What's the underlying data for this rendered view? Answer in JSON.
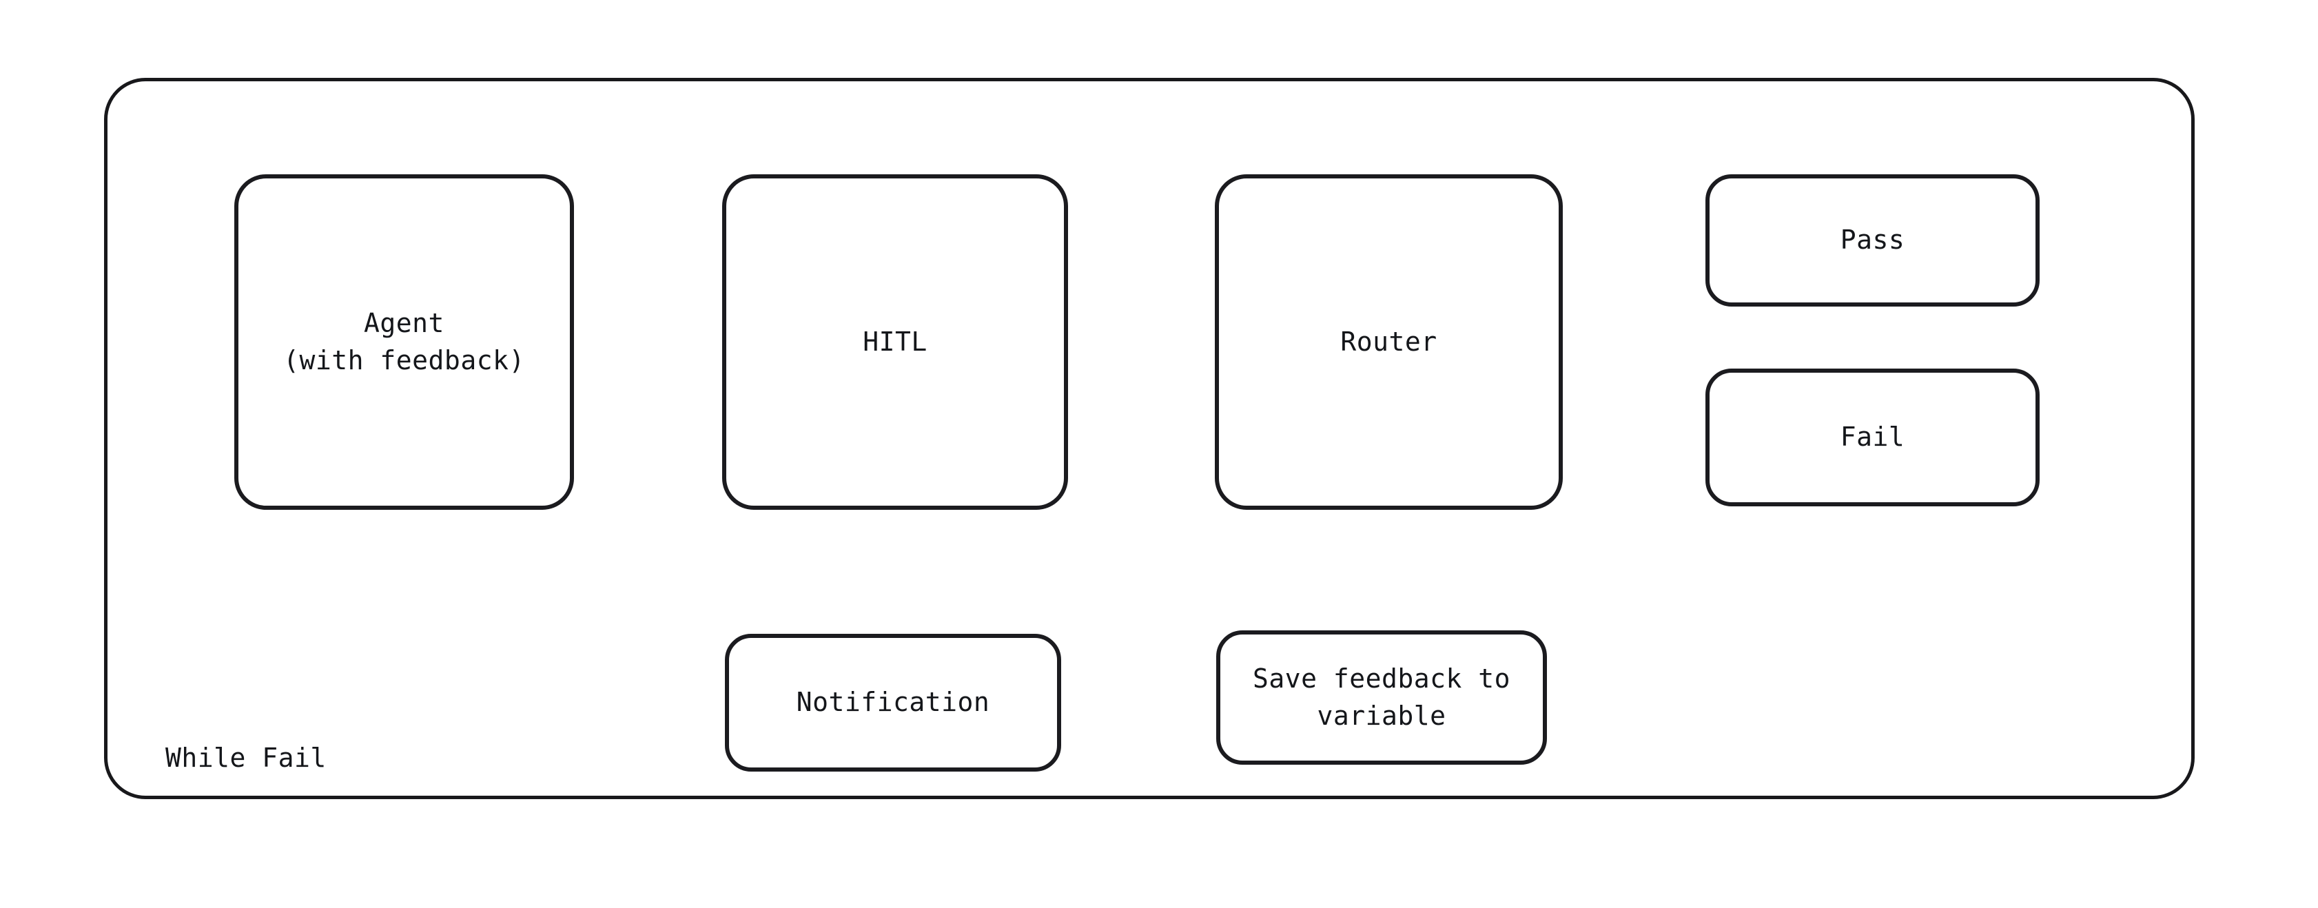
{
  "diagram": {
    "type": "flowchart",
    "title": "While Fail",
    "background": "#ffffff",
    "stroke_color": "#1b1b1f",
    "text_color": "#14161a",
    "group": {
      "label": "While Fail",
      "style": "rounded-rectangle-container"
    },
    "nodes": [
      {
        "id": "agent",
        "label": "Agent\n(with feedback)",
        "shape": "rounded-rect"
      },
      {
        "id": "hitl",
        "label": "HITL",
        "shape": "rounded-rect"
      },
      {
        "id": "router",
        "label": "Router",
        "shape": "rounded-rect"
      },
      {
        "id": "pass",
        "label": "Pass",
        "shape": "rounded-rect"
      },
      {
        "id": "fail",
        "label": "Fail",
        "shape": "rounded-rect"
      },
      {
        "id": "notification",
        "label": "Notification",
        "shape": "rounded-rect"
      },
      {
        "id": "save_feedback",
        "label": "Save feedback to\nvariable",
        "shape": "rounded-rect"
      }
    ],
    "edges": [
      {
        "from": "agent",
        "to": "hitl",
        "style": "arrow",
        "label": ""
      },
      {
        "from": "hitl",
        "to": "router",
        "style": "arrow",
        "label": ""
      },
      {
        "from": "hitl",
        "to": "notification",
        "style": "arrow",
        "label": ""
      },
      {
        "from": "hitl",
        "to": "save_feedback",
        "style": "arrow",
        "label": ""
      },
      {
        "from": "router",
        "to": "pass",
        "style": "arrow",
        "label": ""
      },
      {
        "from": "router",
        "to": "fail",
        "style": "arrow",
        "label": ""
      }
    ]
  }
}
